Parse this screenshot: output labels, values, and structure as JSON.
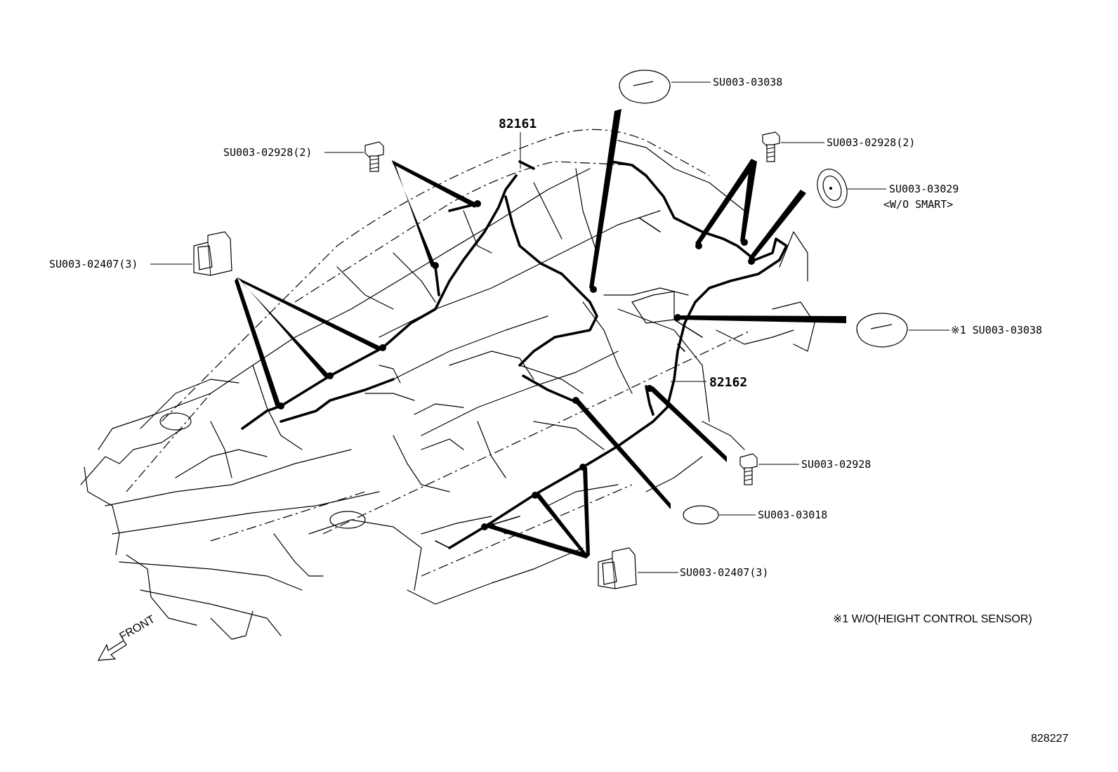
{
  "parts": {
    "harness_a": "82161",
    "harness_b": "82162",
    "plug_top": "SU003-03038",
    "bolt_left": "SU003-02928(2)",
    "bolt_right": "SU003-02928(2)",
    "plug_smart": "SU003-03029",
    "plug_smart_note": "<W/O SMART>",
    "clip_left": "SU003-02407(3)",
    "plug_height": "※1 SU003-03038",
    "bolt_bottom": "SU003-02928",
    "plug_oval": "SU003-03018",
    "clip_bottom": "SU003-02407(3)"
  },
  "footnote": "※1 W/O(HEIGHT CONTROL SENSOR)",
  "front_label": "FRONT",
  "figure_number": "828227"
}
